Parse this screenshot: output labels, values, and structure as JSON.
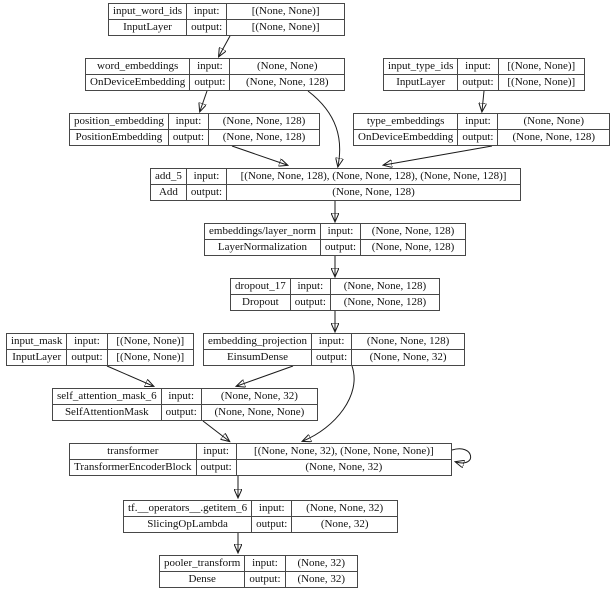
{
  "diagram_title": "keras-model-architecture-graph",
  "labels": {
    "input": "input:",
    "output": "output:"
  },
  "colors": {
    "background": "#ffffff",
    "node_fill": "#ffffff",
    "node_border": "#474747",
    "edge": "#1a1a1a",
    "text": "#111111"
  },
  "nodes": [
    {
      "id": "input_word_ids",
      "name": "input_word_ids",
      "class": "InputLayer",
      "input": "[(None, None)]",
      "output": "[(None, None)]"
    },
    {
      "id": "word_embeddings",
      "name": "word_embeddings",
      "class": "OnDeviceEmbedding",
      "input": "(None, None)",
      "output": "(None, None, 128)"
    },
    {
      "id": "input_type_ids",
      "name": "input_type_ids",
      "class": "InputLayer",
      "input": "[(None, None)]",
      "output": "[(None, None)]"
    },
    {
      "id": "position_embedding",
      "name": "position_embedding",
      "class": "PositionEmbedding",
      "input": "(None, None, 128)",
      "output": "(None, None, 128)"
    },
    {
      "id": "type_embeddings",
      "name": "type_embeddings",
      "class": "OnDeviceEmbedding",
      "input": "(None, None)",
      "output": "(None, None, 128)"
    },
    {
      "id": "add_5",
      "name": "add_5",
      "class": "Add",
      "input": "[(None, None, 128), (None, None, 128), (None, None, 128)]",
      "output": "(None, None, 128)"
    },
    {
      "id": "embeddings_layer_norm",
      "name": "embeddings/layer_norm",
      "class": "LayerNormalization",
      "input": "(None, None, 128)",
      "output": "(None, None, 128)"
    },
    {
      "id": "dropout_17",
      "name": "dropout_17",
      "class": "Dropout",
      "input": "(None, None, 128)",
      "output": "(None, None, 128)"
    },
    {
      "id": "input_mask",
      "name": "input_mask",
      "class": "InputLayer",
      "input": "[(None, None)]",
      "output": "[(None, None)]"
    },
    {
      "id": "embedding_projection",
      "name": "embedding_projection",
      "class": "EinsumDense",
      "input": "(None, None, 128)",
      "output": "(None, None, 32)"
    },
    {
      "id": "self_attention_mask_6",
      "name": "self_attention_mask_6",
      "class": "SelfAttentionMask",
      "input": "(None, None, 32)",
      "output": "(None, None, None)"
    },
    {
      "id": "transformer",
      "name": "transformer",
      "class": "TransformerEncoderBlock",
      "input": "[(None, None, 32), (None, None, None)]",
      "output": "(None, None, 32)"
    },
    {
      "id": "getitem_6",
      "name": "tf.__operators__.getitem_6",
      "class": "SlicingOpLambda",
      "input": "(None, None, 32)",
      "output": "(None, 32)"
    },
    {
      "id": "pooler_transform",
      "name": "pooler_transform",
      "class": "Dense",
      "input": "(None, 32)",
      "output": "(None, 32)"
    }
  ],
  "edges": [
    {
      "from": "input_word_ids",
      "to": "word_embeddings"
    },
    {
      "from": "word_embeddings",
      "to": "position_embedding"
    },
    {
      "from": "word_embeddings",
      "to": "add_5"
    },
    {
      "from": "position_embedding",
      "to": "add_5"
    },
    {
      "from": "input_type_ids",
      "to": "type_embeddings"
    },
    {
      "from": "type_embeddings",
      "to": "add_5"
    },
    {
      "from": "add_5",
      "to": "embeddings_layer_norm"
    },
    {
      "from": "embeddings_layer_norm",
      "to": "dropout_17"
    },
    {
      "from": "dropout_17",
      "to": "embedding_projection"
    },
    {
      "from": "input_mask",
      "to": "self_attention_mask_6"
    },
    {
      "from": "embedding_projection",
      "to": "self_attention_mask_6"
    },
    {
      "from": "embedding_projection",
      "to": "transformer"
    },
    {
      "from": "self_attention_mask_6",
      "to": "transformer"
    },
    {
      "from": "transformer",
      "to": "transformer"
    },
    {
      "from": "transformer",
      "to": "getitem_6"
    },
    {
      "from": "getitem_6",
      "to": "pooler_transform"
    }
  ]
}
